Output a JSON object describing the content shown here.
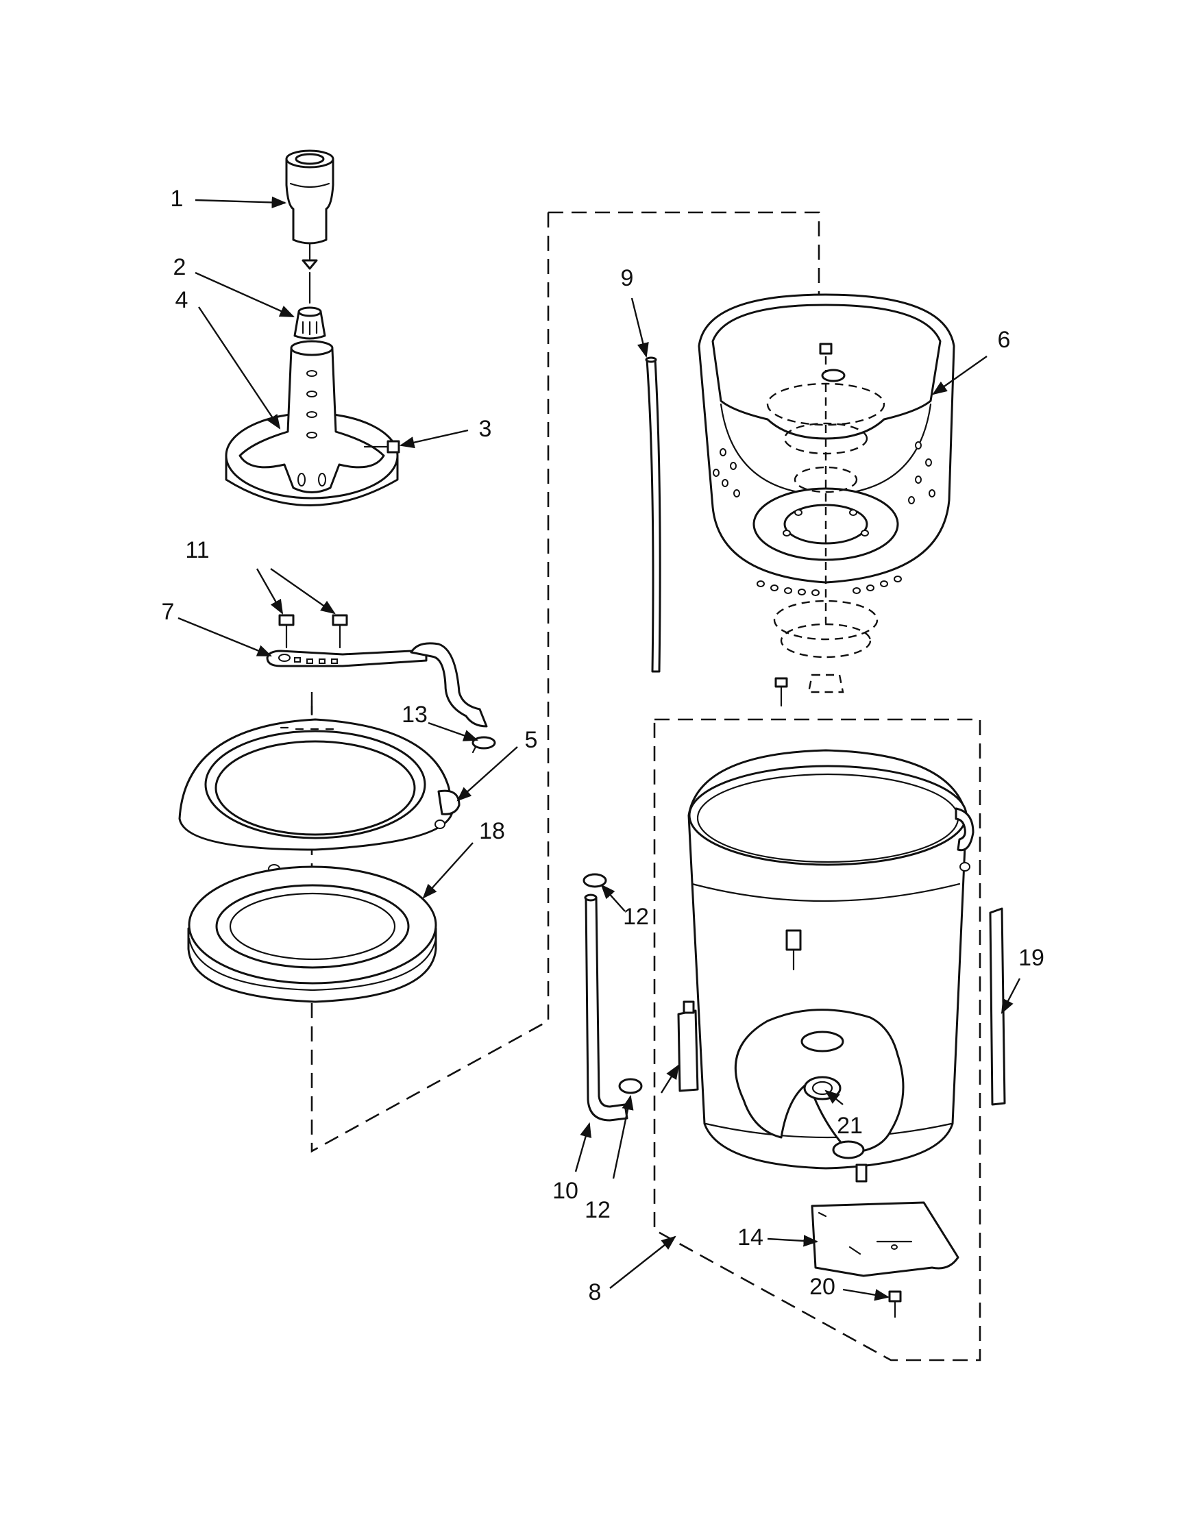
{
  "callouts": [
    {
      "id": "c1",
      "label": "1"
    },
    {
      "id": "c2",
      "label": "2"
    },
    {
      "id": "c3",
      "label": "3"
    },
    {
      "id": "c4",
      "label": "4"
    },
    {
      "id": "c5",
      "label": "5"
    },
    {
      "id": "c6",
      "label": "6"
    },
    {
      "id": "c7",
      "label": "7"
    },
    {
      "id": "c8",
      "label": "8"
    },
    {
      "id": "c9",
      "label": "9"
    },
    {
      "id": "c10",
      "label": "10"
    },
    {
      "id": "c11",
      "label": "11"
    },
    {
      "id": "c12a",
      "label": "12"
    },
    {
      "id": "c12b",
      "label": "12"
    },
    {
      "id": "c13",
      "label": "13"
    },
    {
      "id": "c14",
      "label": "14"
    },
    {
      "id": "c18",
      "label": "18"
    },
    {
      "id": "c19",
      "label": "19"
    },
    {
      "id": "c20",
      "label": "20"
    },
    {
      "id": "c21",
      "label": "21"
    }
  ],
  "colors": {
    "line": "#111111",
    "background": "#ffffff"
  }
}
